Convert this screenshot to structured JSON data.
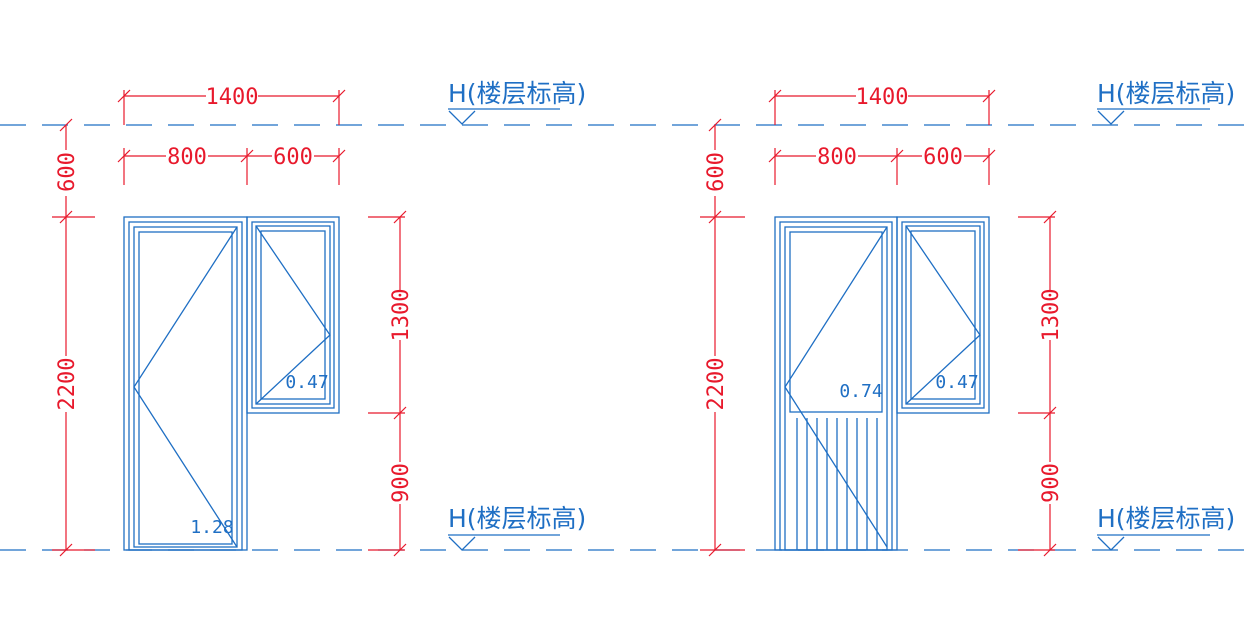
{
  "units": "mm",
  "level_label": "H(楼层标高)",
  "dims": {
    "total_width": "1400",
    "door_width": "800",
    "window_width": "600",
    "above_head": "600",
    "door_height": "2200",
    "window_height": "1300",
    "sill_height": "900"
  },
  "elevations": [
    {
      "name": "elevation-a",
      "door_area": "1.28",
      "window_area": "0.47"
    },
    {
      "name": "elevation-b",
      "door_area": "0.74",
      "window_area": "0.47"
    }
  ],
  "colors": {
    "dimension": "#e8192c",
    "geometry": "#1f6fc4"
  }
}
